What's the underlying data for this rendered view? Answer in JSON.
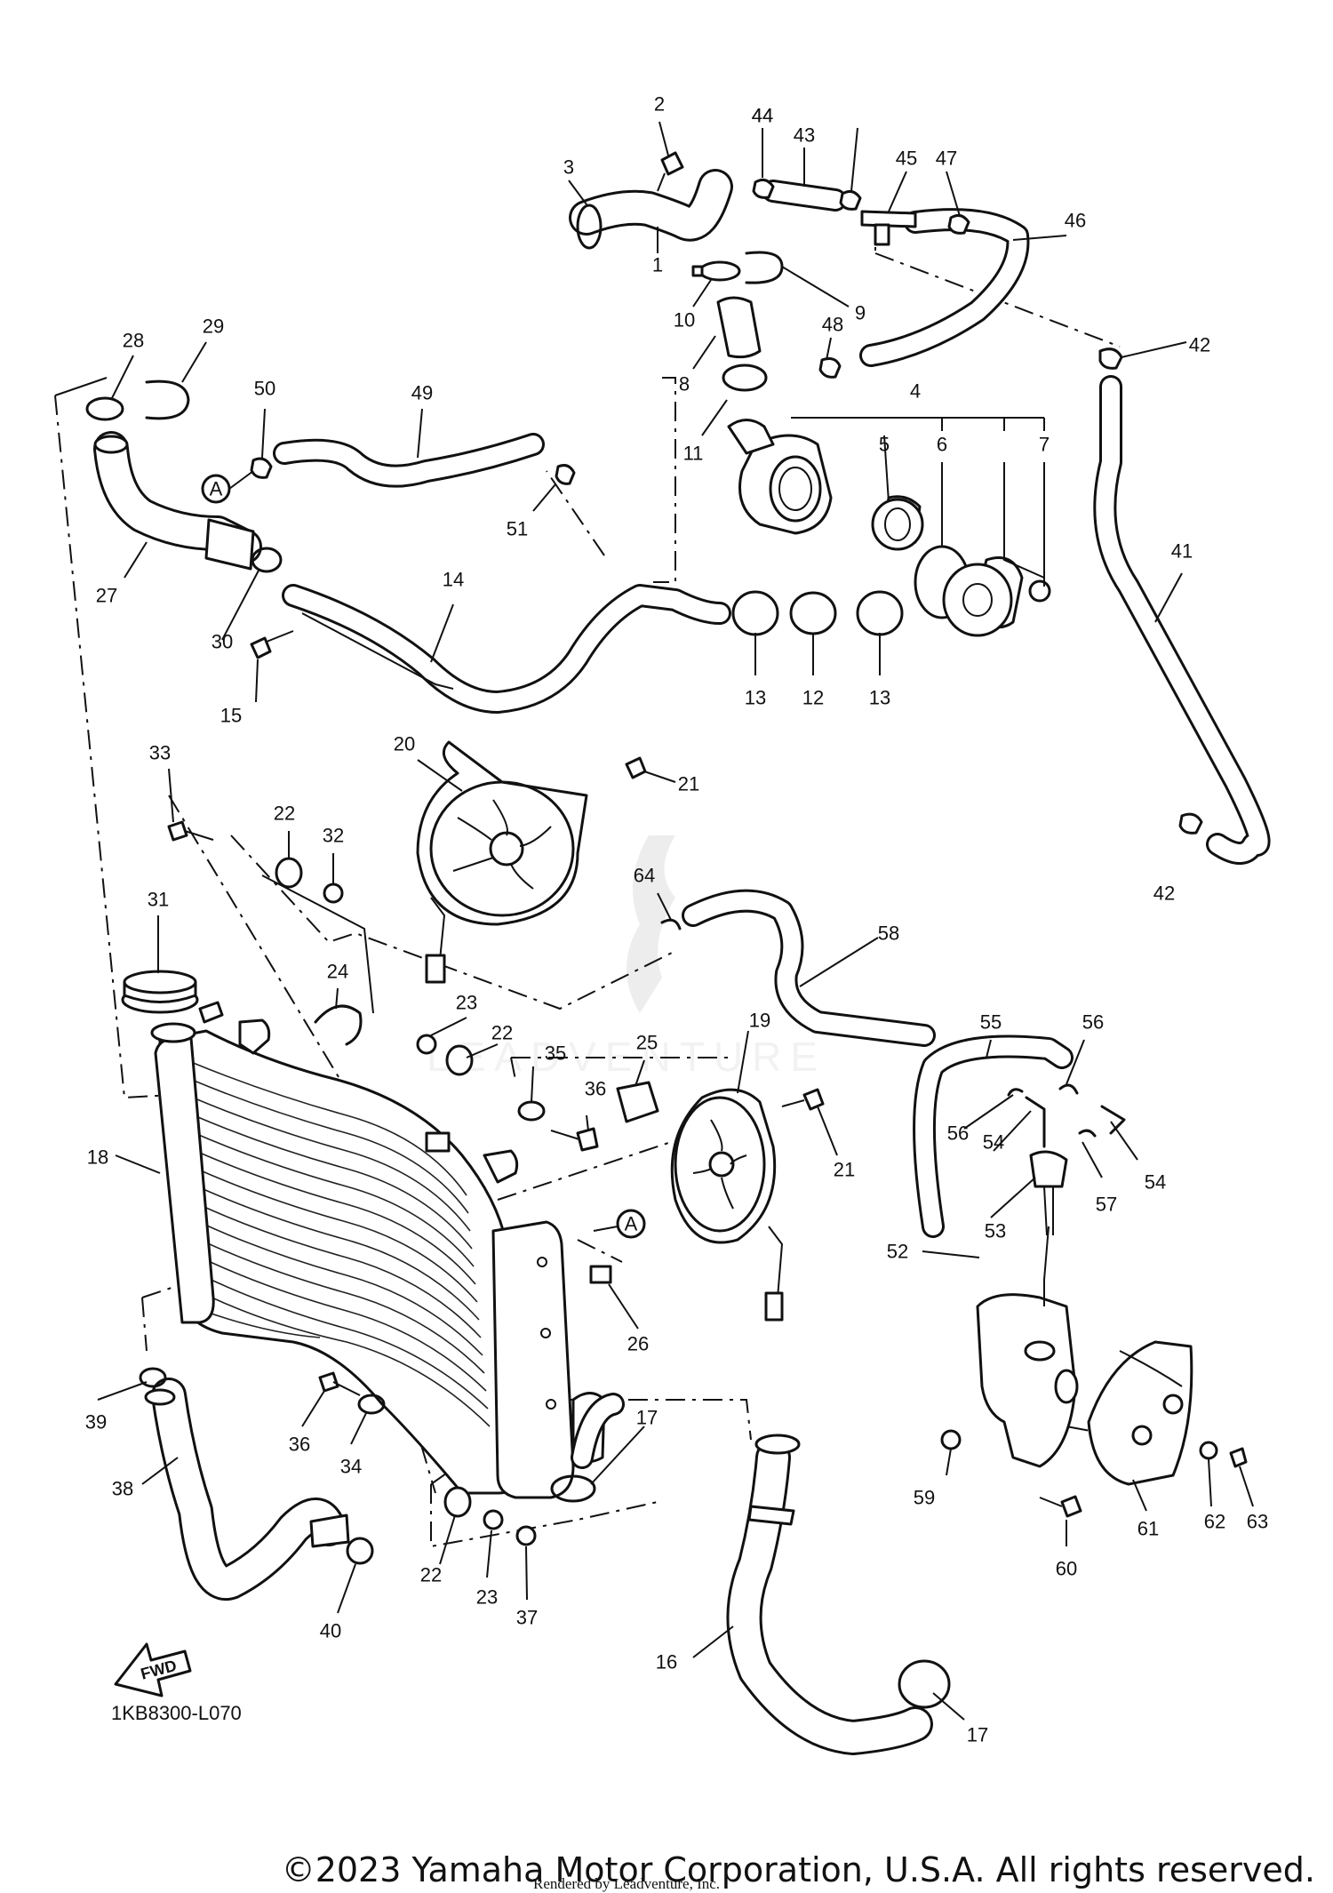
{
  "diagram": {
    "reference_code": "1KB8300-L070",
    "fwd_label": "FWD",
    "connection_label": "A",
    "copyright": "©2023 Yamaha Motor Corporation, U.S.A. All rights reserved.",
    "rendered_by": "Rendered by Leadventure, Inc.",
    "watermark": "LEADVENTURE",
    "callouts": [
      "2",
      "3",
      "44",
      "43",
      "44",
      "45",
      "47",
      "46",
      "1",
      "9",
      "10",
      "48",
      "42",
      "8",
      "11",
      "4",
      "5",
      "6",
      "7",
      "28",
      "29",
      "50",
      "49",
      "51",
      "41",
      "27",
      "30",
      "14",
      "15",
      "13",
      "12",
      "13",
      "33",
      "20",
      "21",
      "22",
      "32",
      "64",
      "58",
      "31",
      "24",
      "23",
      "22",
      "35",
      "36",
      "25",
      "19",
      "55",
      "56",
      "56",
      "54",
      "54",
      "57",
      "21",
      "53",
      "18",
      "26",
      "52",
      "39",
      "36",
      "34",
      "17",
      "59",
      "60",
      "61",
      "62",
      "63",
      "38",
      "22",
      "23",
      "37",
      "40",
      "16",
      "17",
      "42"
    ]
  }
}
